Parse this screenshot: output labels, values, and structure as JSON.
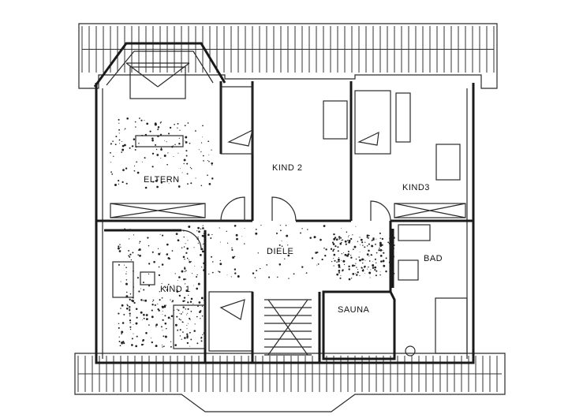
{
  "rooms": {
    "eltern": "ELTERN",
    "kind2": "KIND 2",
    "kind3": "KIND3",
    "diele": "DIELE",
    "bad": "BAD",
    "kind1": "KIND 1",
    "sauna": "SAUNA"
  }
}
